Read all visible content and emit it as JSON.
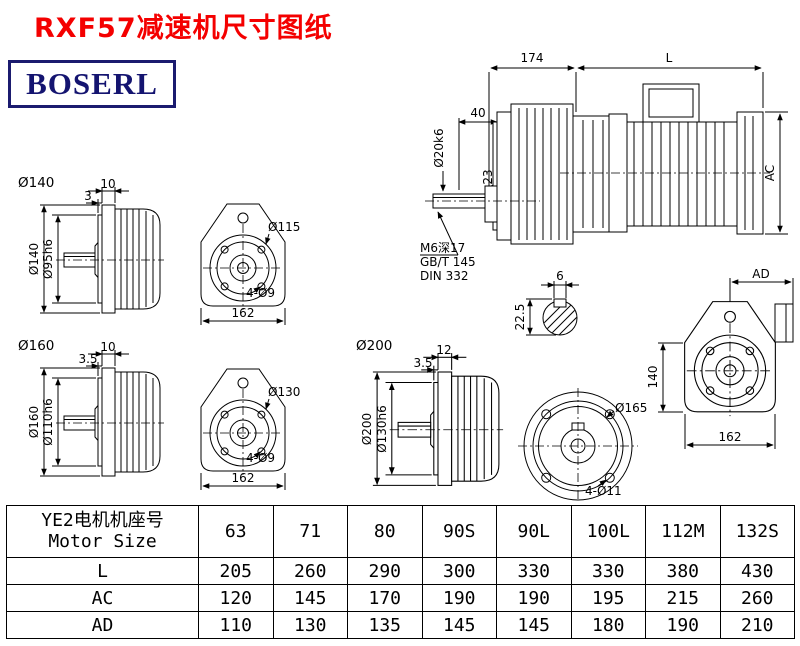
{
  "page": {
    "title": "RXF57减速机尺寸图纸",
    "logo": "BOSERL"
  },
  "labels": {
    "v140": "Ø140",
    "v160": "Ø160",
    "v200": "Ø200"
  },
  "side140": {
    "t1": "10",
    "t2": "3",
    "d1": "Ø140",
    "d2": "Ø95h6"
  },
  "side160": {
    "t1": "10",
    "t2": "3.5",
    "d1": "Ø160",
    "d2": "Ø110h6"
  },
  "side200": {
    "t1": "12",
    "t2": "3.5",
    "d1": "Ø200",
    "d2": "Ø130h6"
  },
  "front140": {
    "bolt_circle": "Ø115",
    "holes": "4-Ø9",
    "width": "162"
  },
  "front160": {
    "bolt_circle": "Ø130",
    "holes": "4-Ø9",
    "width": "162"
  },
  "front200": {
    "bolt_circle": "Ø165",
    "holes": "4-Ø11"
  },
  "main_view": {
    "overall_1": "174",
    "overall_2": "L",
    "shaft_len": "40",
    "shaft_dia": "Ø20k6",
    "hub_dia": "23",
    "tap_hole": "M6深17",
    "std_gb": "GB/T 145",
    "std_din": "DIN 332",
    "motor_dia": "AC",
    "key_w": "6",
    "key_h": "22.5"
  },
  "rear_view": {
    "ad": "AD",
    "h": "140",
    "w": "162"
  },
  "table": {
    "header_line1": "YE2电机机座号",
    "header_line2": "Motor Size",
    "columns": [
      "63",
      "71",
      "80",
      "90S",
      "90L",
      "100L",
      "112M",
      "132S"
    ],
    "rows": [
      {
        "label": "L",
        "values": [
          "205",
          "260",
          "290",
          "300",
          "330",
          "330",
          "380",
          "430"
        ]
      },
      {
        "label": "AC",
        "values": [
          "120",
          "145",
          "170",
          "190",
          "190",
          "195",
          "215",
          "260"
        ]
      },
      {
        "label": "AD",
        "values": [
          "110",
          "130",
          "135",
          "145",
          "145",
          "180",
          "190",
          "210"
        ]
      }
    ]
  }
}
